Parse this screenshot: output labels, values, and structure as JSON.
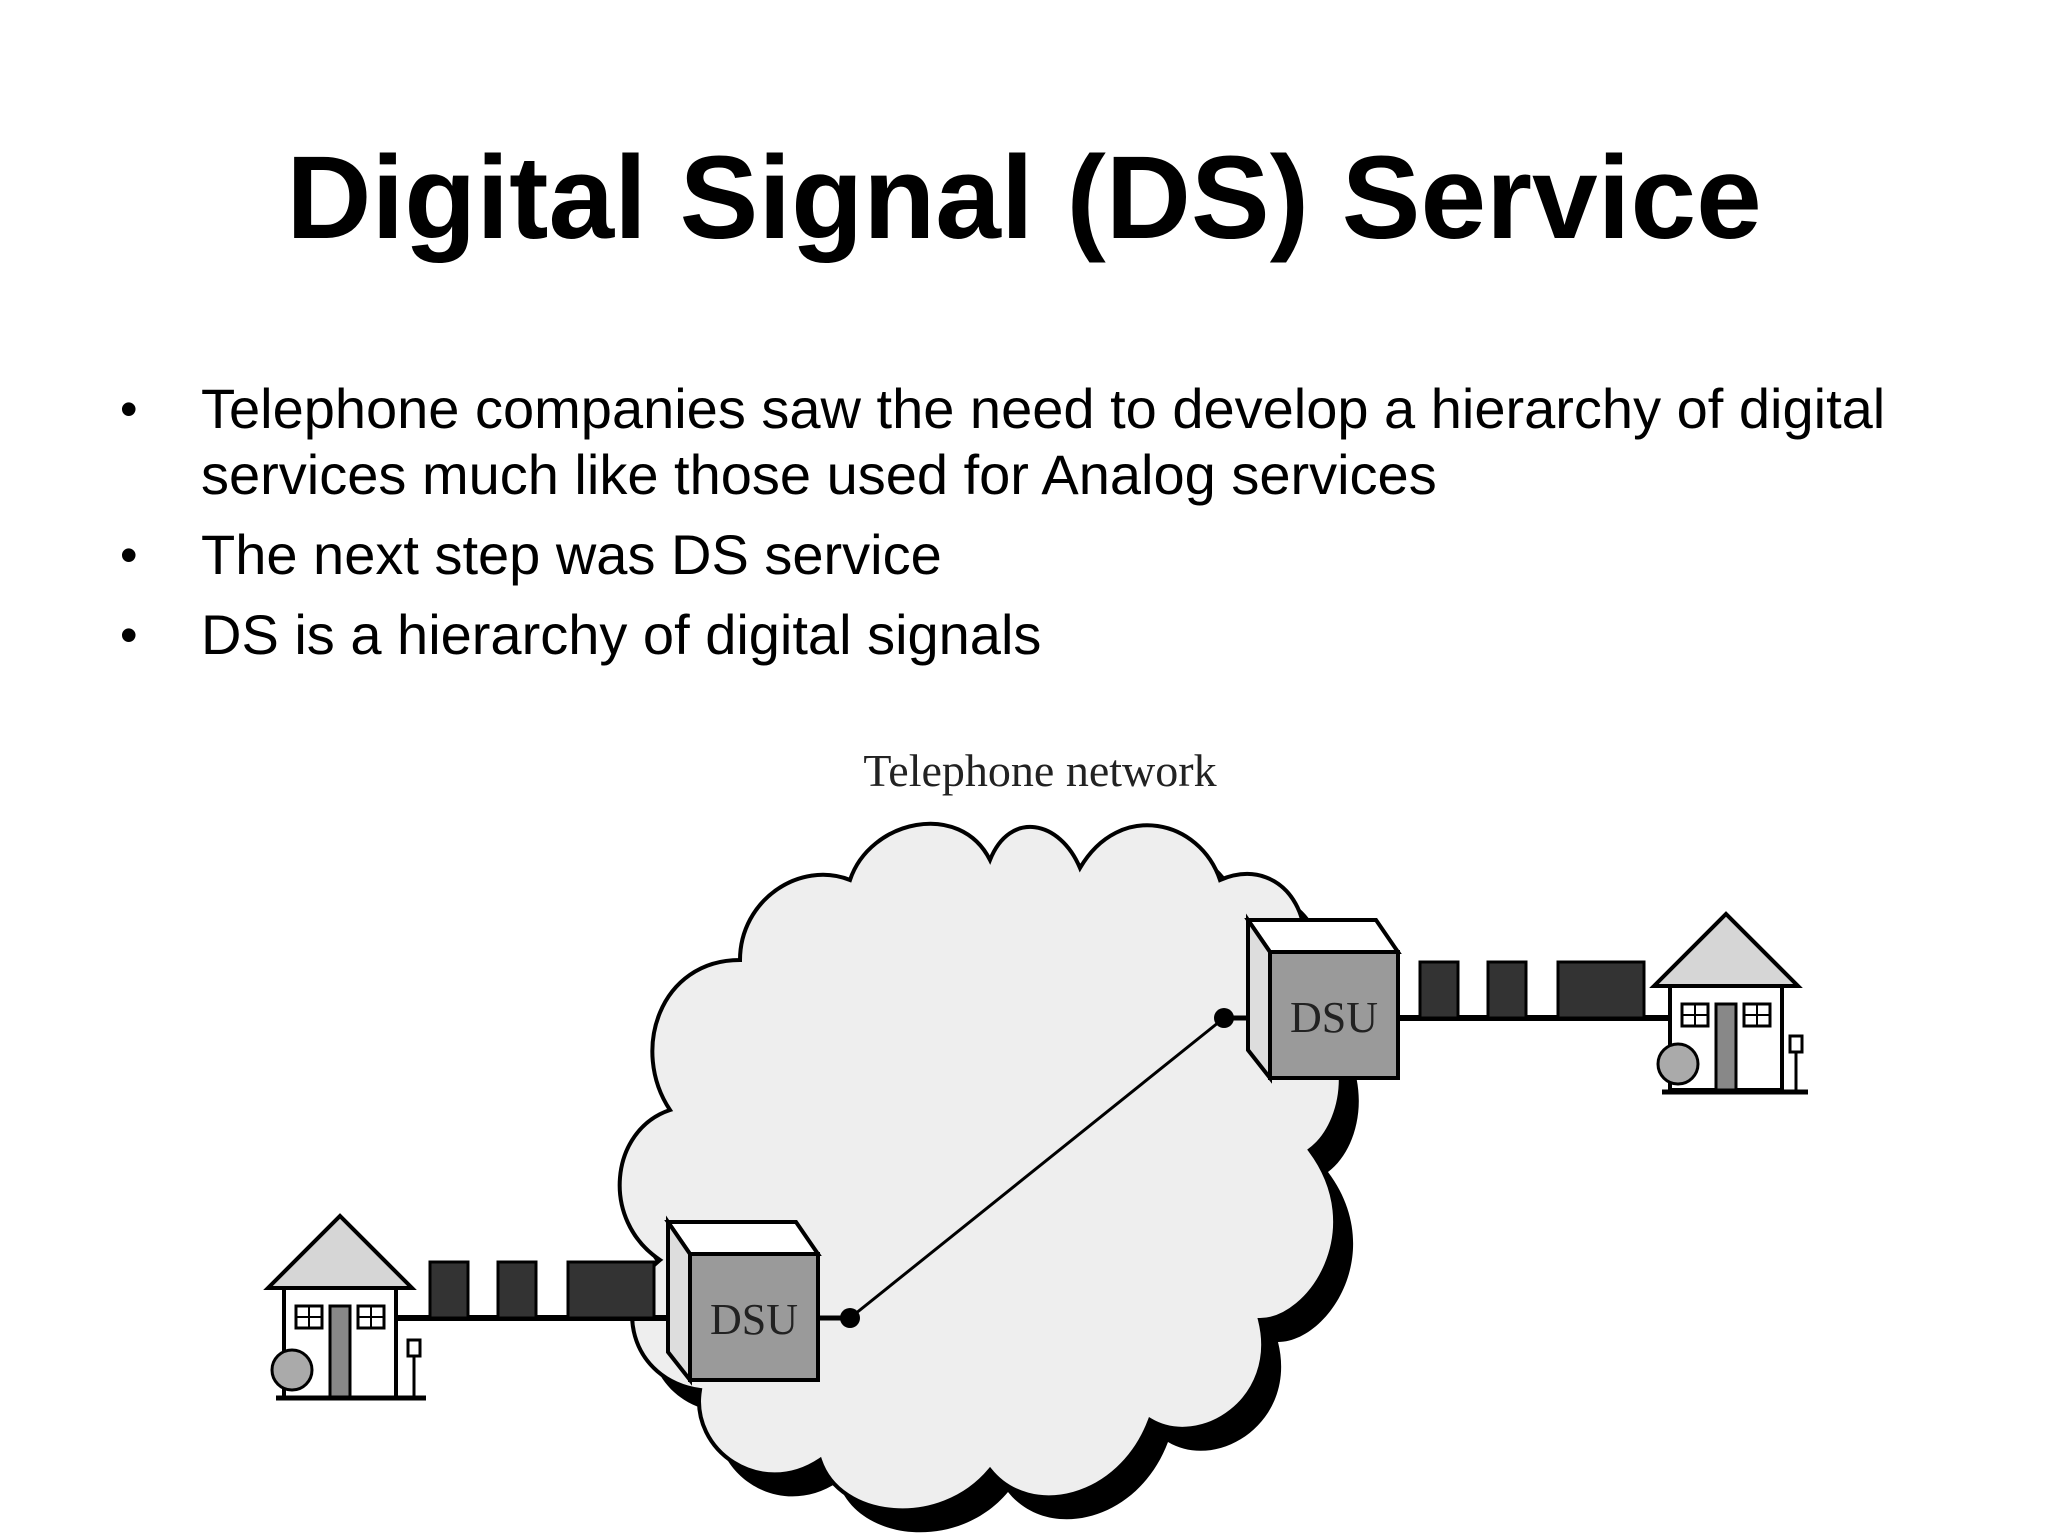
{
  "slide": {
    "title": "Digital Signal (DS) Service",
    "bullets": [
      "Telephone companies saw the need to develop a hierarchy of digital services much like those used for Analog services",
      "The next step was DS service",
      "DS is a hierarchy of digital signals"
    ],
    "bullet_marker": "•"
  },
  "diagram": {
    "network_label": "Telephone network",
    "left_dsu_label": "DSU",
    "right_dsu_label": "DSU"
  }
}
